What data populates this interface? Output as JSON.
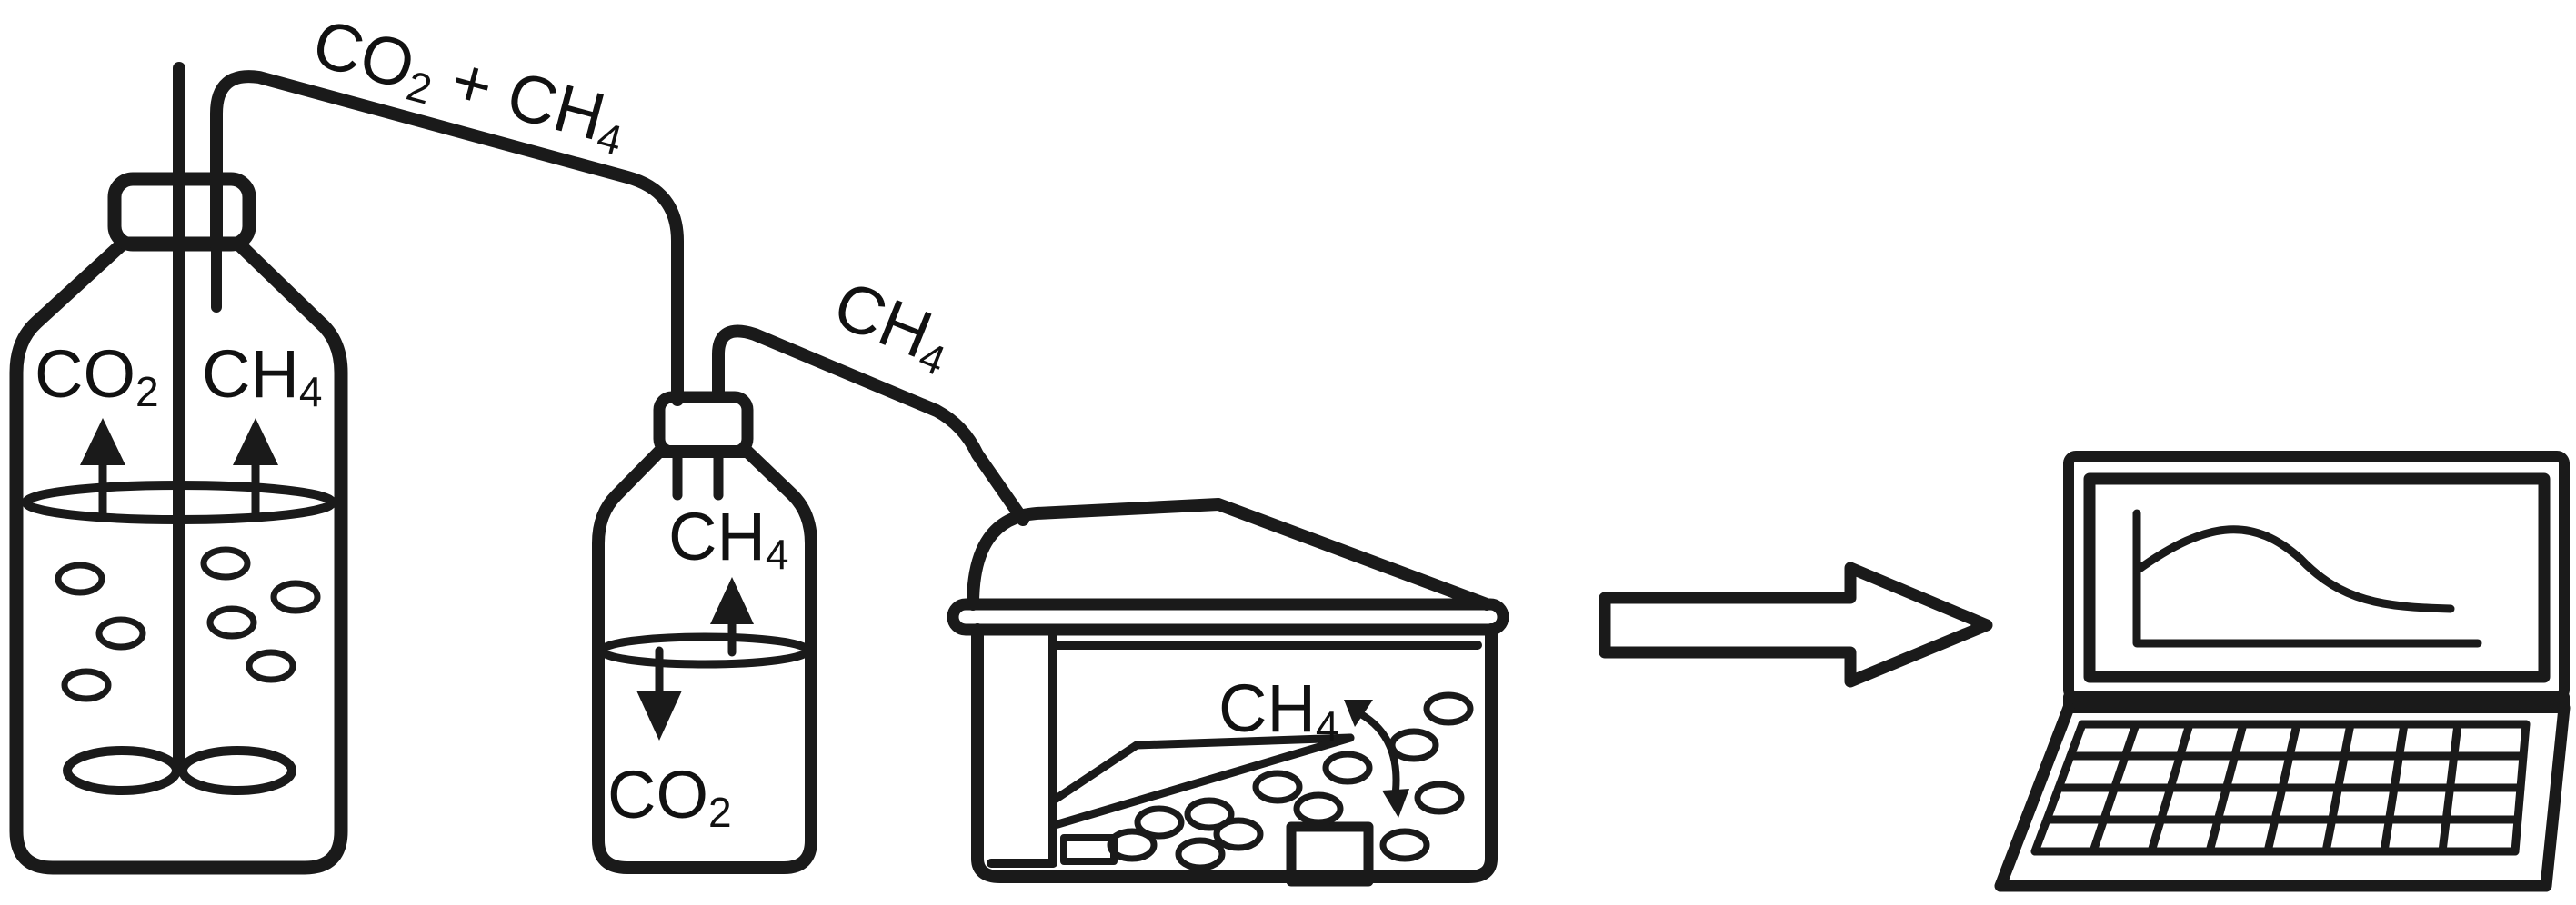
{
  "labels": {
    "tube1": {
      "main": "CO",
      "sub": "2",
      "mid": " + CH",
      "sub2": "4"
    },
    "tube2": {
      "main": "CH",
      "sub": "4"
    },
    "digester_co2": {
      "main": "CO",
      "sub": "2"
    },
    "digester_ch4": {
      "main": "CH",
      "sub": "4"
    },
    "absorber_ch4": {
      "main": "CH",
      "sub": "4"
    },
    "absorber_co2": {
      "main": "CO",
      "sub": "2"
    },
    "counter_ch4": {
      "main": "CH",
      "sub": "4"
    }
  },
  "icons": [
    "digester-bottle",
    "co2-absorption-bottle",
    "gas-flow-counter",
    "right-arrow",
    "laptop-icon"
  ]
}
